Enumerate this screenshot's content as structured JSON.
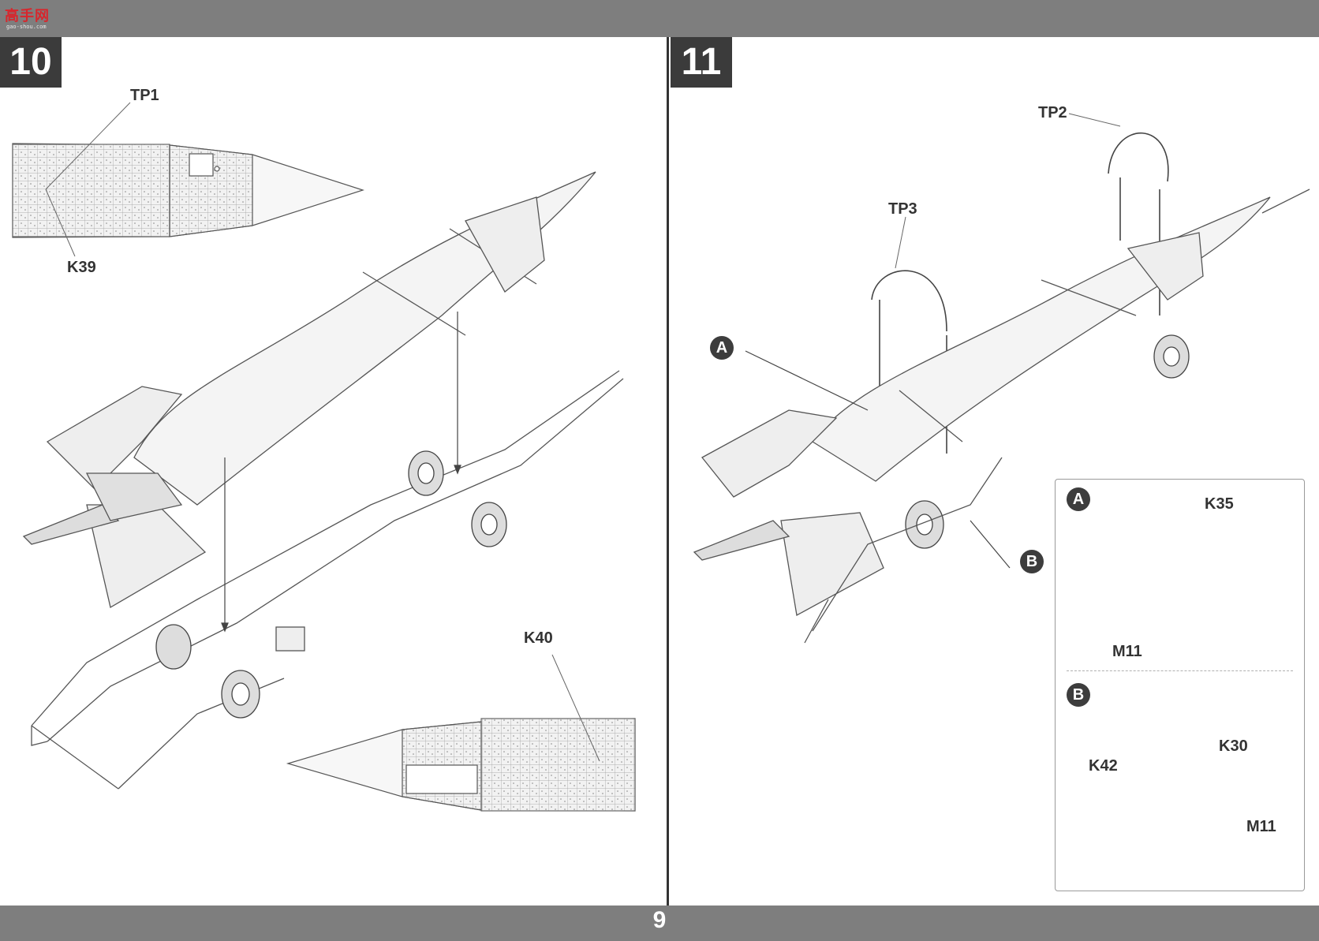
{
  "header": {
    "logo_text": "高手网",
    "logo_sub": "gao-shou.com"
  },
  "page_number": "9",
  "steps": [
    {
      "number": "10",
      "callouts": {
        "tp1": "TP1",
        "k39": "K39",
        "k40": "K40"
      }
    },
    {
      "number": "11",
      "callouts": {
        "tp2": "TP2",
        "tp3": "TP3",
        "a": "A",
        "b": "B"
      },
      "detail_panel": {
        "a": {
          "badge": "A",
          "k35": "K35",
          "m11": "M11"
        },
        "b": {
          "badge": "B",
          "k42": "K42",
          "k30": "K30",
          "m11": "M11"
        }
      }
    }
  ]
}
